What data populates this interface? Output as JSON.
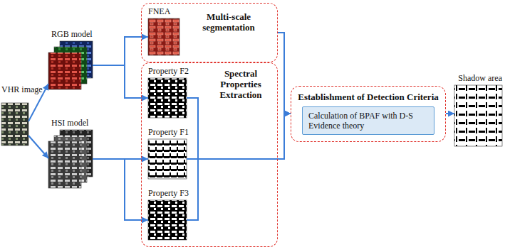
{
  "diagram": {
    "nodes": [
      {
        "text": [
          "VHR image"
        ]
      },
      {
        "text": [
          "RGB model"
        ]
      },
      {
        "text": [
          "HSI model"
        ]
      },
      {
        "text": [
          "Multi-scale segmentation"
        ]
      },
      {
        "text": [
          "FNEA"
        ],
        "in": 3
      },
      {
        "text": [
          "Spectral Properties Extraction"
        ]
      },
      {
        "text": [
          "Property F2"
        ],
        "in": 5
      },
      {
        "text": [
          "Property F1"
        ],
        "in": 5
      },
      {
        "text": [
          "Property F3"
        ],
        "in": 5
      },
      {
        "text": [
          "Establishment of Detection Criteria"
        ]
      },
      {
        "text": [
          "Calculation of BPAF with D-S Evidence theory"
        ],
        "in": 9
      },
      {
        "text": [
          "Shadow area"
        ]
      }
    ],
    "edges": [
      {
        "from": 0,
        "to": 1,
        "arrow": "to"
      },
      {
        "from": 0,
        "to": 2,
        "arrow": "to"
      },
      {
        "from": 1,
        "to": 4,
        "arrow": "to"
      },
      {
        "from": 1,
        "to": 6,
        "arrow": "to"
      },
      {
        "from": 2,
        "to": 7,
        "arrow": "to"
      },
      {
        "from": 2,
        "to": 8,
        "arrow": "to"
      },
      {
        "from": 3,
        "to": 9,
        "arrow": "to"
      },
      {
        "from": 6,
        "to": 9,
        "arrow": "to"
      },
      {
        "from": 7,
        "to": 9,
        "arrow": "to"
      },
      {
        "from": 8,
        "to": 9,
        "arrow": "to"
      },
      {
        "from": 9,
        "to": 11,
        "arrow": "to"
      }
    ]
  }
}
